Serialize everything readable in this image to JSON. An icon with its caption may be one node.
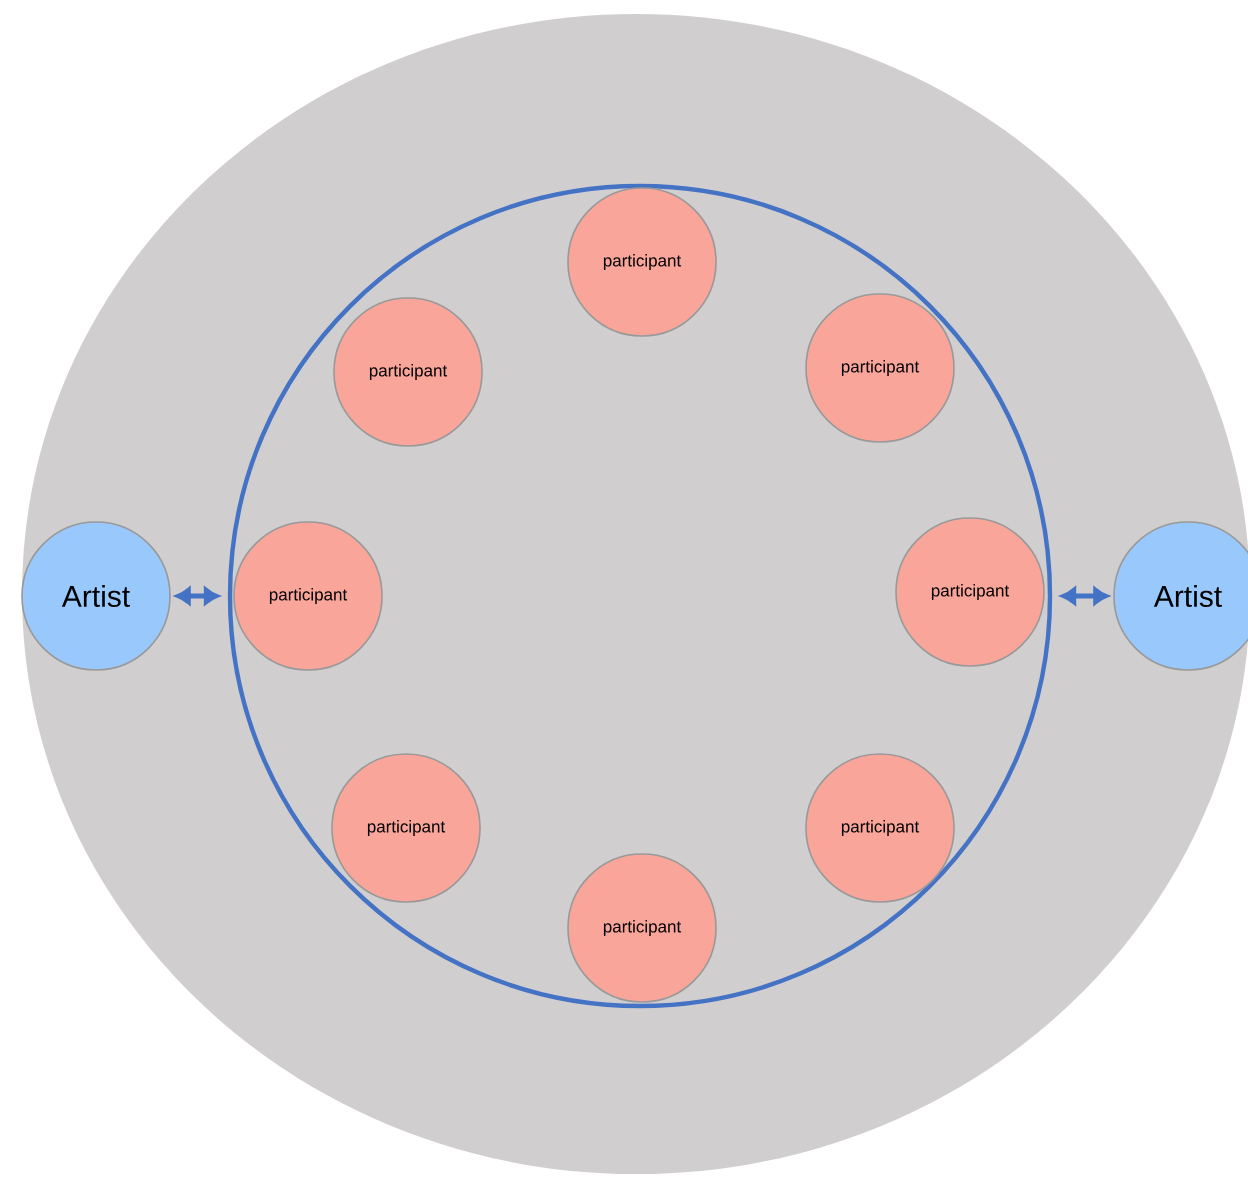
{
  "diagram": {
    "nodes": [
      {
        "text": [],
        "shape": "circle"
      },
      {
        "text": [
          "participant"
        ],
        "in": 0
      },
      {
        "text": [
          "participant"
        ],
        "in": 0
      },
      {
        "text": [
          "participant"
        ],
        "in": 0
      },
      {
        "text": [
          "Artist"
        ]
      },
      {
        "text": [
          "participant"
        ],
        "in": 0
      },
      {
        "text": [
          "participant"
        ],
        "in": 0
      },
      {
        "text": [
          "Artist"
        ]
      },
      {
        "text": [
          "participant"
        ],
        "in": 0
      },
      {
        "text": [
          "participant"
        ],
        "in": 0
      },
      {
        "text": [
          "participant"
        ],
        "in": 0
      }
    ],
    "edges": [
      {
        "from": 4,
        "to": 0,
        "arrow": "both"
      },
      {
        "from": 7,
        "to": 0,
        "arrow": "both"
      }
    ]
  }
}
